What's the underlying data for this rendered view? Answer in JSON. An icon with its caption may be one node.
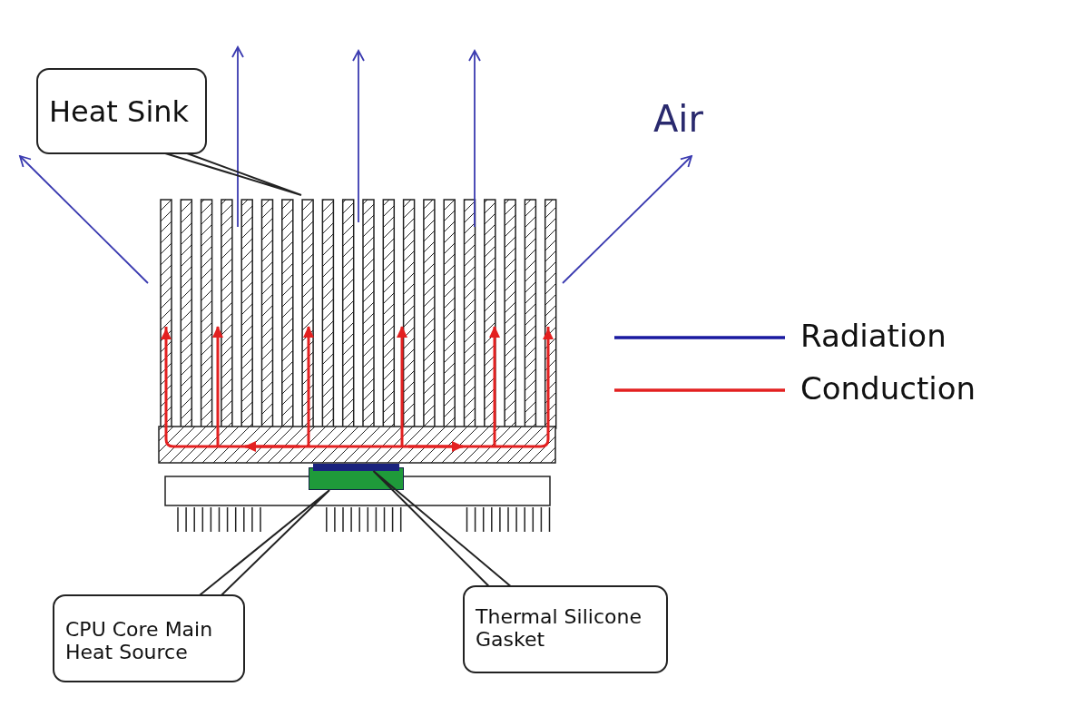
{
  "diagram": {
    "nodes": [
      {
        "text": [
          "Heat Sink"
        ]
      },
      {
        "text": [],
        "shape": "picture"
      },
      {
        "text": [],
        "shape": "box"
      },
      {
        "text": [],
        "shape": "bar"
      },
      {
        "text": [
          "CPU Core Main Heat Source"
        ]
      },
      {
        "text": [
          "Thermal Silicone Gasket"
        ]
      }
    ],
    "edges": [
      {
        "from": 0,
        "to": 1,
        "arrow": "none"
      },
      {
        "from": 4,
        "to": 2,
        "arrow": "none"
      },
      {
        "from": 5,
        "to": 3,
        "arrow": "none"
      }
    ],
    "labels": [
      "Air"
    ],
    "legend": [
      {
        "text": "Radiation"
      },
      {
        "text": "Conduction"
      }
    ]
  }
}
